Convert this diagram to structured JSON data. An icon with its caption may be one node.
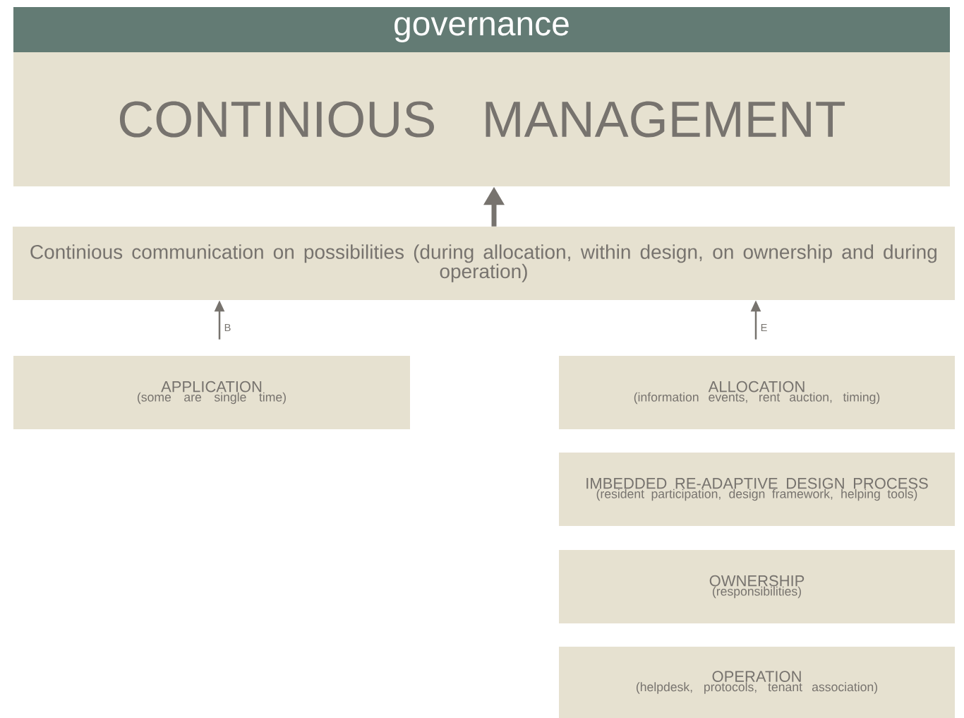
{
  "diagram": {
    "nodes": [
      {
        "text": [
          "governance"
        ]
      },
      {
        "text": [
          "CONTINIOUS MANAGEMENT"
        ]
      },
      {
        "text": [
          "Continious communication on possibilities (during allocation, within design, on ownership and during operation)"
        ]
      },
      {
        "text": [
          "APPLICATION",
          "(some are single time)"
        ]
      },
      {
        "text": [
          "ALLOCATION",
          "(information events, rent auction, timing)"
        ]
      },
      {
        "text": [
          "IMBEDDED RE-ADAPTIVE DESIGN PROCESS",
          "(resident participation, design framework, helping tools)"
        ]
      },
      {
        "text": [
          "OWNERSHIP",
          "(responsibilities)"
        ]
      },
      {
        "text": [
          "OPERATION",
          "(helpdesk, protocols, tenant association)"
        ]
      }
    ],
    "edges": [
      {
        "from": 2,
        "to": 1,
        "arrow": "to",
        "style": "thick"
      },
      {
        "from": 3,
        "to": 2,
        "arrow": "to",
        "label": "B"
      },
      {
        "from": 4,
        "to": 2,
        "arrow": "to",
        "label": "E"
      }
    ]
  }
}
